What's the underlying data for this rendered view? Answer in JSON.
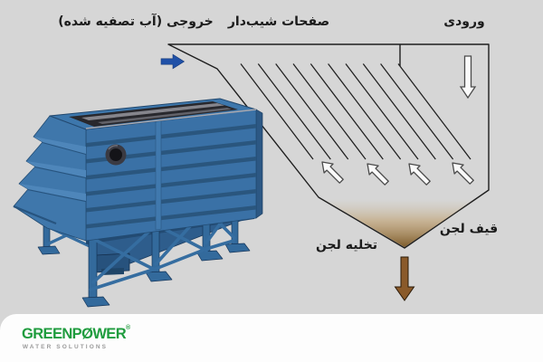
{
  "scene": {
    "background_color": "#d6d6d6",
    "footer_color": "#fdfdfd",
    "subject": "lamella-clarifier-settling-tank-diagram"
  },
  "labels": {
    "outlet": "خروجی (آب تصفیه شده)",
    "plates": "صفحات شیب‌دار",
    "inlet": "ورودی",
    "sludge_hopper": "قیف لجن",
    "sludge_discharge": "تخلیه لجن"
  },
  "diagram": {
    "line_color": "#1e1e1e",
    "plate_count": 10,
    "colors": {
      "outlet_arrow": "#2051a8",
      "discharge_arrow": "#8a5a2a",
      "flow_arrow_fill": "#fafafa",
      "flow_arrow_outline": "#4a4a4a",
      "sludge_deep": "#7a5826"
    },
    "arrows": [
      {
        "name": "outlet-flow",
        "direction": "right"
      },
      {
        "name": "inlet-flow",
        "direction": "down"
      },
      {
        "name": "settling-flow",
        "direction": "up-left",
        "count": 4
      },
      {
        "name": "sludge-discharge-flow",
        "direction": "down"
      }
    ]
  },
  "machine": {
    "name": "lamella-clarifier-3d-render",
    "body_color": "#3a71a6",
    "body_dark": "#2a5680",
    "body_light": "#4c84b8",
    "frame_color": "#336a9c",
    "cover_color": "#28282d",
    "cover_stripe": "#85858c"
  },
  "logo": {
    "brand": "GREENPØWER",
    "reg_mark": "®",
    "subtitle": "WATER SOLUTIONS",
    "brand_color": "#1f9c3e",
    "subtitle_color": "#9b9b9b"
  }
}
